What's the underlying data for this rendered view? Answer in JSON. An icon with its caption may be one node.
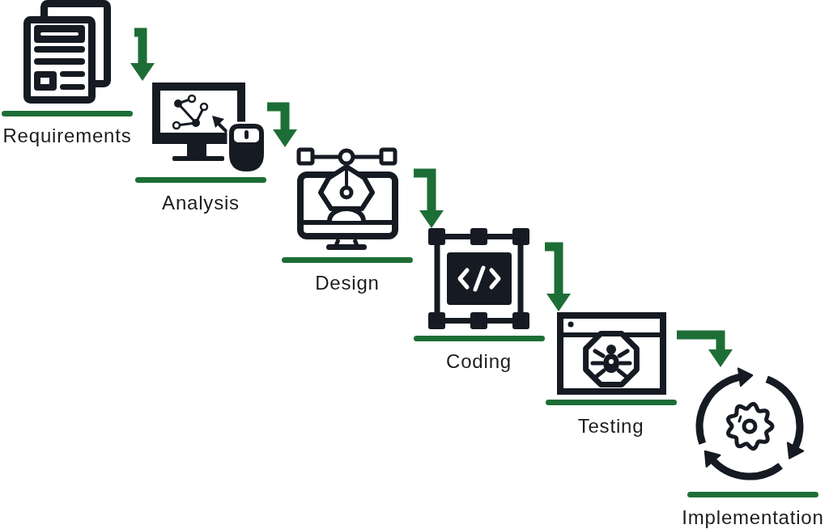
{
  "diagram": {
    "nodes": [
      {
        "text": [
          "Requirements"
        ]
      },
      {
        "text": [
          "Analysis"
        ]
      },
      {
        "text": [
          "Design"
        ]
      },
      {
        "text": [
          "Coding"
        ]
      },
      {
        "text": [
          "Testing"
        ]
      },
      {
        "text": [
          "Implementation"
        ]
      }
    ],
    "edges": [
      {
        "from": 0,
        "to": 1,
        "arrow": "to"
      },
      {
        "from": 1,
        "to": 2,
        "arrow": "to"
      },
      {
        "from": 2,
        "to": 3,
        "arrow": "to"
      },
      {
        "from": 3,
        "to": 4,
        "arrow": "to"
      },
      {
        "from": 4,
        "to": 5,
        "arrow": "to"
      }
    ]
  }
}
